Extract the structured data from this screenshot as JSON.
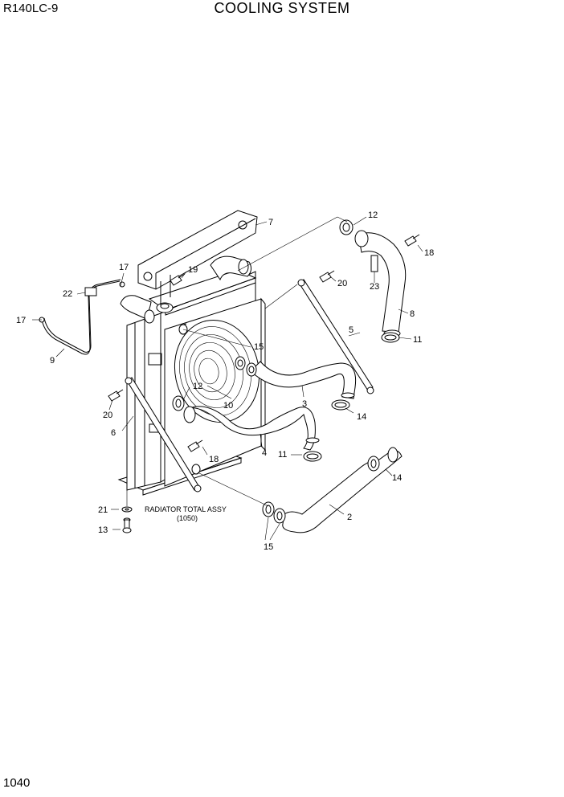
{
  "header": {
    "model": "R140LC-9",
    "title": "COOLING SYSTEM"
  },
  "footer": {
    "page_number": "1040"
  },
  "assembly": {
    "name": "RADIATOR TOTAL ASSY",
    "code": "(1050)"
  },
  "callouts": [
    "2",
    "3",
    "4",
    "5",
    "6",
    "7",
    "8",
    "9",
    "10",
    "11",
    "11",
    "12",
    "12",
    "13",
    "14",
    "14",
    "15",
    "15",
    "17",
    "17",
    "18",
    "18",
    "19",
    "20",
    "20",
    "21",
    "22",
    "23"
  ]
}
